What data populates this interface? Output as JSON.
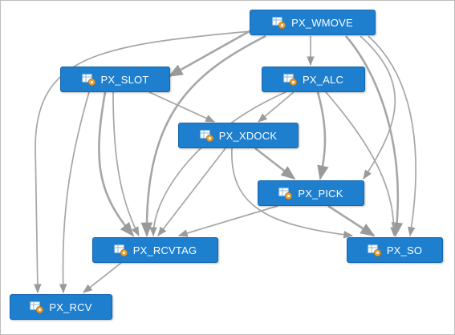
{
  "diagram": {
    "node_icon": "table-dependency-icon",
    "colors": {
      "node_fill": "#1e7fcf",
      "node_border": "#1565b0",
      "node_text": "#ffffff",
      "edge": "#a6a6a6",
      "icon_accent": "#e8a33d"
    },
    "nodes": [
      {
        "id": "wmove",
        "label": "PX_WMOVE"
      },
      {
        "id": "slot",
        "label": "PX_SLOT"
      },
      {
        "id": "alc",
        "label": "PX_ALC"
      },
      {
        "id": "xdock",
        "label": "PX_XDOCK"
      },
      {
        "id": "pick",
        "label": "PX_PICK"
      },
      {
        "id": "rcvtag",
        "label": "PX_RCVTAG"
      },
      {
        "id": "so",
        "label": "PX_SO"
      },
      {
        "id": "rcv",
        "label": "PX_RCV"
      }
    ],
    "edges": [
      {
        "from": "wmove",
        "to": "slot"
      },
      {
        "from": "wmove",
        "to": "alc"
      },
      {
        "from": "wmove",
        "to": "rcv"
      },
      {
        "from": "wmove",
        "to": "rcvtag"
      },
      {
        "from": "wmove",
        "to": "pick"
      },
      {
        "from": "wmove",
        "to": "so"
      },
      {
        "from": "wmove",
        "to": "so"
      },
      {
        "from": "slot",
        "to": "xdock"
      },
      {
        "from": "slot",
        "to": "rcvtag"
      },
      {
        "from": "slot",
        "to": "rcvtag"
      },
      {
        "from": "slot",
        "to": "rcv"
      },
      {
        "from": "alc",
        "to": "xdock"
      },
      {
        "from": "alc",
        "to": "pick"
      },
      {
        "from": "alc",
        "to": "so"
      },
      {
        "from": "alc",
        "to": "rcvtag"
      },
      {
        "from": "xdock",
        "to": "pick"
      },
      {
        "from": "xdock",
        "to": "rcvtag"
      },
      {
        "from": "xdock",
        "to": "so"
      },
      {
        "from": "pick",
        "to": "so"
      },
      {
        "from": "pick",
        "to": "rcvtag"
      },
      {
        "from": "rcvtag",
        "to": "rcv"
      }
    ]
  }
}
